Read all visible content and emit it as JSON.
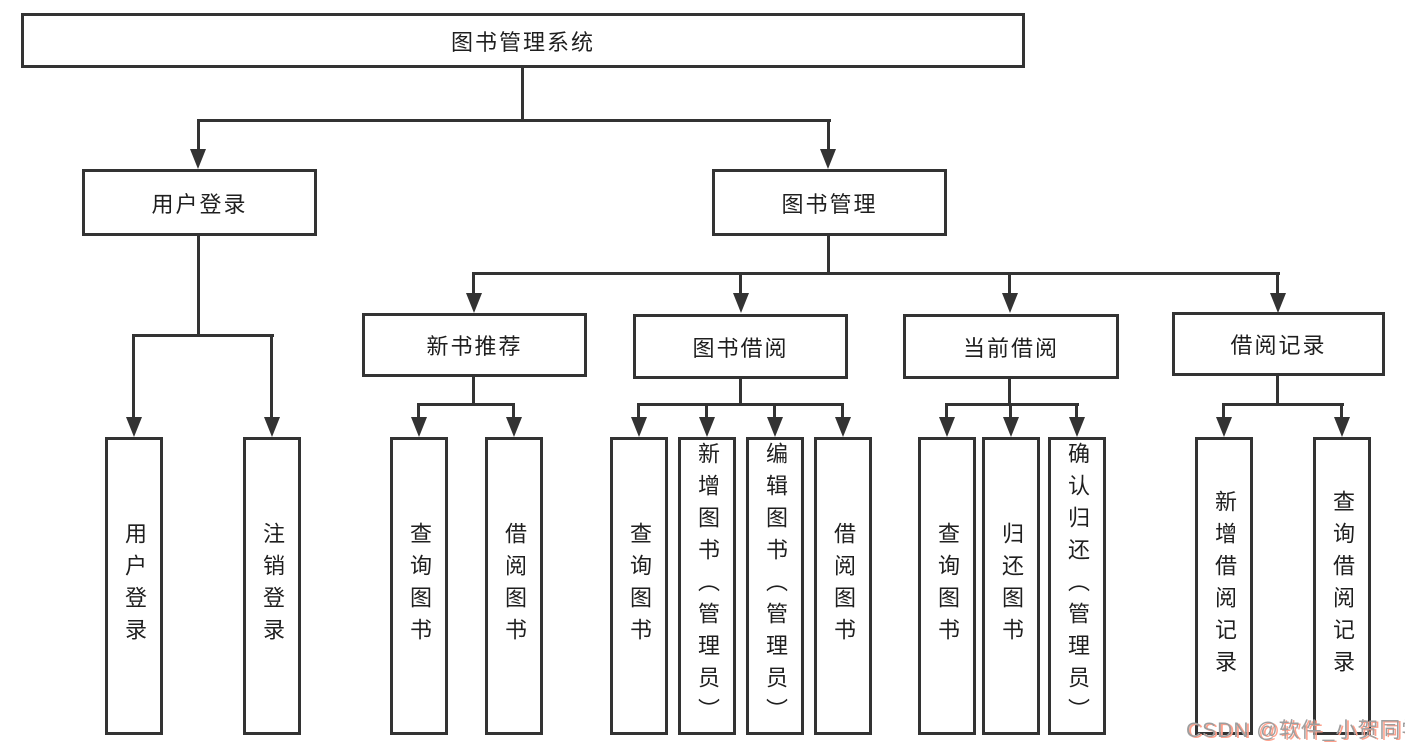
{
  "tree": {
    "label": "图书管理系统",
    "children": [
      {
        "label": "用户登录",
        "children": [
          {
            "label": "用户登录"
          },
          {
            "label": "注销登录"
          }
        ]
      },
      {
        "label": "图书管理",
        "children": [
          {
            "label": "新书推荐",
            "children": [
              {
                "label": "查询图书"
              },
              {
                "label": "借阅图书"
              }
            ]
          },
          {
            "label": "图书借阅",
            "children": [
              {
                "label": "查询图书"
              },
              {
                "label": "新增图书（管理员）"
              },
              {
                "label": "编辑图书（管理员）"
              },
              {
                "label": "借阅图书"
              }
            ]
          },
          {
            "label": "当前借阅",
            "children": [
              {
                "label": "查询图书"
              },
              {
                "label": "归还图书"
              },
              {
                "label": "确认归还（管理员）"
              }
            ]
          },
          {
            "label": "借阅记录",
            "children": [
              {
                "label": "新增借阅记录"
              },
              {
                "label": "查询借阅记录"
              }
            ]
          }
        ]
      }
    ]
  },
  "watermark": {
    "text": "CSDN @软件_小贺同学"
  },
  "colors": {
    "line": "#333333",
    "text": "#1f1f1f",
    "background": "#ffffff",
    "watermark_text": "#9e9e9e",
    "watermark_shadow": "#fda08c"
  }
}
